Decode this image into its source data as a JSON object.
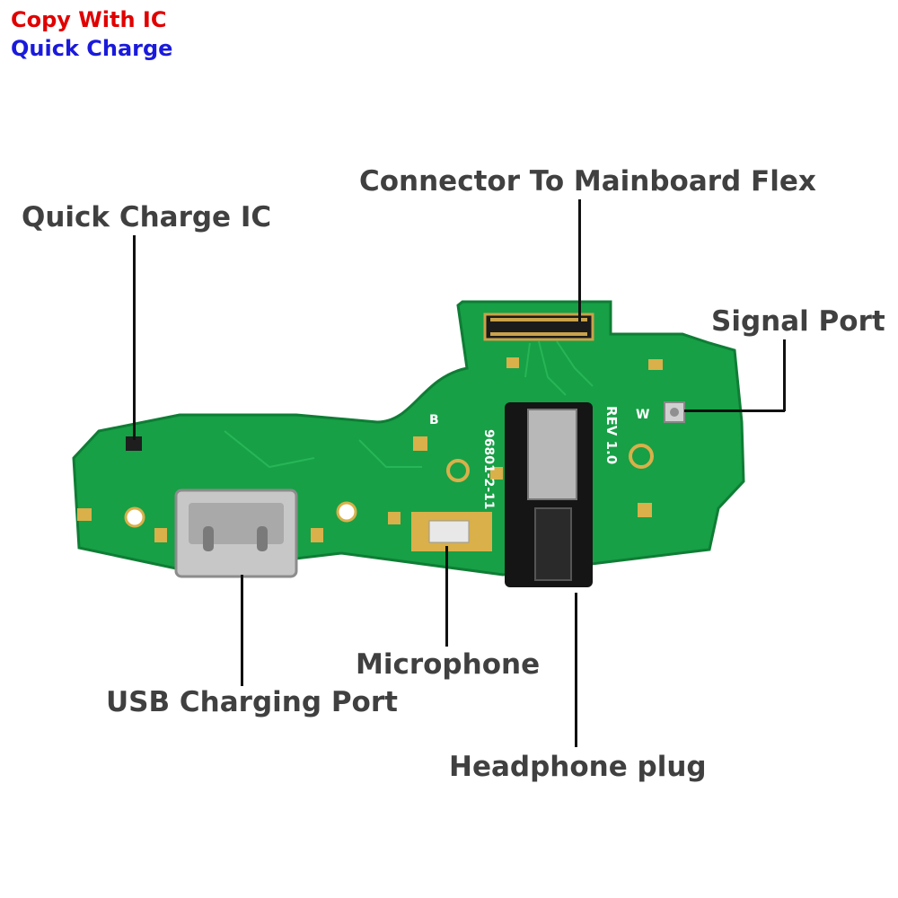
{
  "header": {
    "lines": [
      {
        "text": "Copy With IC",
        "color": "#e00000"
      },
      {
        "text": "Quick Charge",
        "color": "#1a1adc"
      }
    ]
  },
  "callouts": {
    "connector": "Connector To Mainboard Flex",
    "quick_charge_ic": "Quick Charge IC",
    "signal_port": "Signal Port",
    "microphone": "Microphone",
    "usb_port": "USB Charging Port",
    "headphone": "Headphone plug"
  },
  "board_markings": {
    "rev": "REV 1.0",
    "part": "96801-2-11",
    "mark_w": "W",
    "mark_b": "B"
  },
  "colors": {
    "pcb": "#17a046",
    "pcb_dark": "#0f7d35",
    "gold": "#d9b04a",
    "callout_text": "#404040"
  }
}
